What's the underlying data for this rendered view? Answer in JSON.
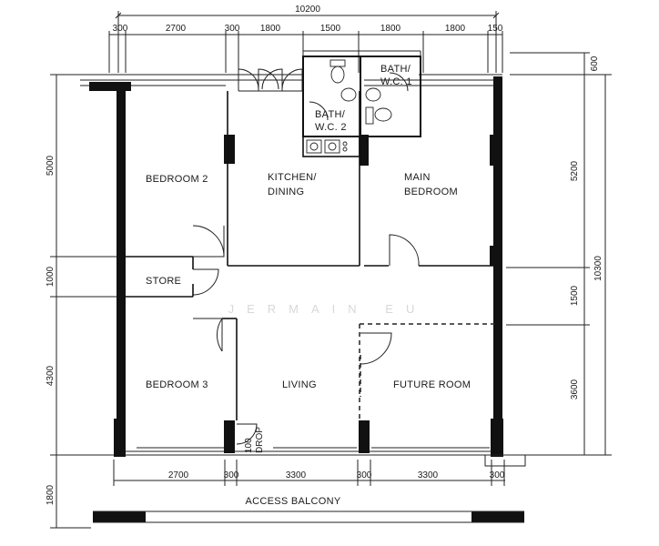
{
  "dimensions": {
    "top_total": "10200",
    "top": [
      "300",
      "2700",
      "300",
      "1800",
      "1500",
      "1800",
      "1800",
      "150"
    ],
    "left": [
      "5000",
      "1000",
      "4300",
      "1800"
    ],
    "right": [
      "600",
      "5200",
      "1500",
      "3600"
    ],
    "right_total": "10300",
    "bottom": [
      "2700",
      "300",
      "3300",
      "300",
      "3300",
      "300"
    ]
  },
  "rooms": {
    "bedroom2": "BEDROOM 2",
    "kitchen_line1": "KITCHEN/",
    "kitchen_line2": "DINING",
    "bath1_line1": "BATH/",
    "bath1_line2": "W.C. 1",
    "bath2_line1": "BATH/",
    "bath2_line2": "W.C. 2",
    "main_line1": "MAIN",
    "main_line2": "BEDROOM",
    "store": "STORE",
    "bedroom3": "BEDROOM 3",
    "living": "LIVING",
    "future": "FUTURE ROOM",
    "balcony": "ACCESS BALCONY",
    "drop_num": "100",
    "drop_label": "DROP"
  },
  "watermark": "JERMAIN EU"
}
